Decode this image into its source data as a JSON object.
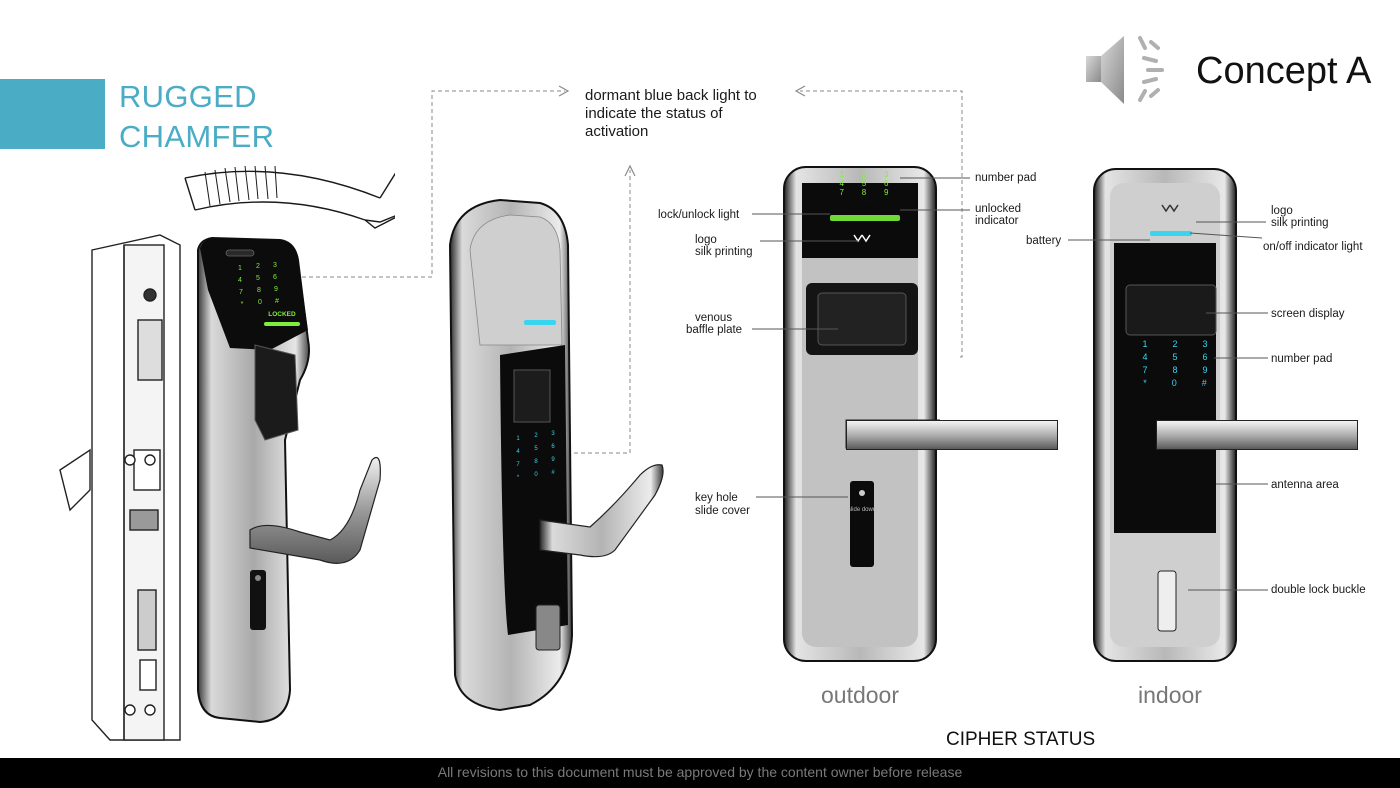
{
  "heading": {
    "line1": "RUGGED",
    "line2": "CHAMFER",
    "accent_color": "#4bacc6"
  },
  "concept_title": "Concept A",
  "audio_icon": "speaker-sound-icon",
  "note_text": "dormant blue back light to indicate the status of activation",
  "outdoor_labels": {
    "number_pad": "number pad",
    "unlocked_line1": "unlocked",
    "unlocked_line2": "indicator",
    "lock_light": "lock/unlock light",
    "logo_line1": "logo",
    "logo_line2": "silk printing",
    "venous_line1": "venous",
    "venous_line2": "baffle plate",
    "keyhole_line1": "key hole",
    "keyhole_line2": "slide cover"
  },
  "indoor_labels": {
    "logo_line1": "logo",
    "logo_line2": "silk printing",
    "battery": "battery",
    "onoff": "on/off indicator light",
    "screen": "screen display",
    "number_pad": "number pad",
    "antenna": "antenna area",
    "double_lock": "double lock buckle"
  },
  "device_text": {
    "locked": "LOCKED",
    "slide_down": "slide down",
    "keypad_outdoor": [
      "1",
      "2",
      "3",
      "4",
      "5",
      "6",
      "7",
      "8",
      "9",
      "*",
      "0",
      "#"
    ],
    "keypad_indoor": [
      "1",
      "2",
      "3",
      "4",
      "5",
      "6",
      "7",
      "8",
      "9",
      "*",
      "0",
      "#"
    ]
  },
  "view_labels": {
    "outdoor": "outdoor",
    "indoor": "indoor"
  },
  "status_title": "CIPHER STATUS",
  "footer_text": "All revisions to this document must be approved by the content owner before release",
  "colors": {
    "green_light": "#7cf03a",
    "blue_light": "#39d4f0",
    "footer_bg": "#000000"
  }
}
